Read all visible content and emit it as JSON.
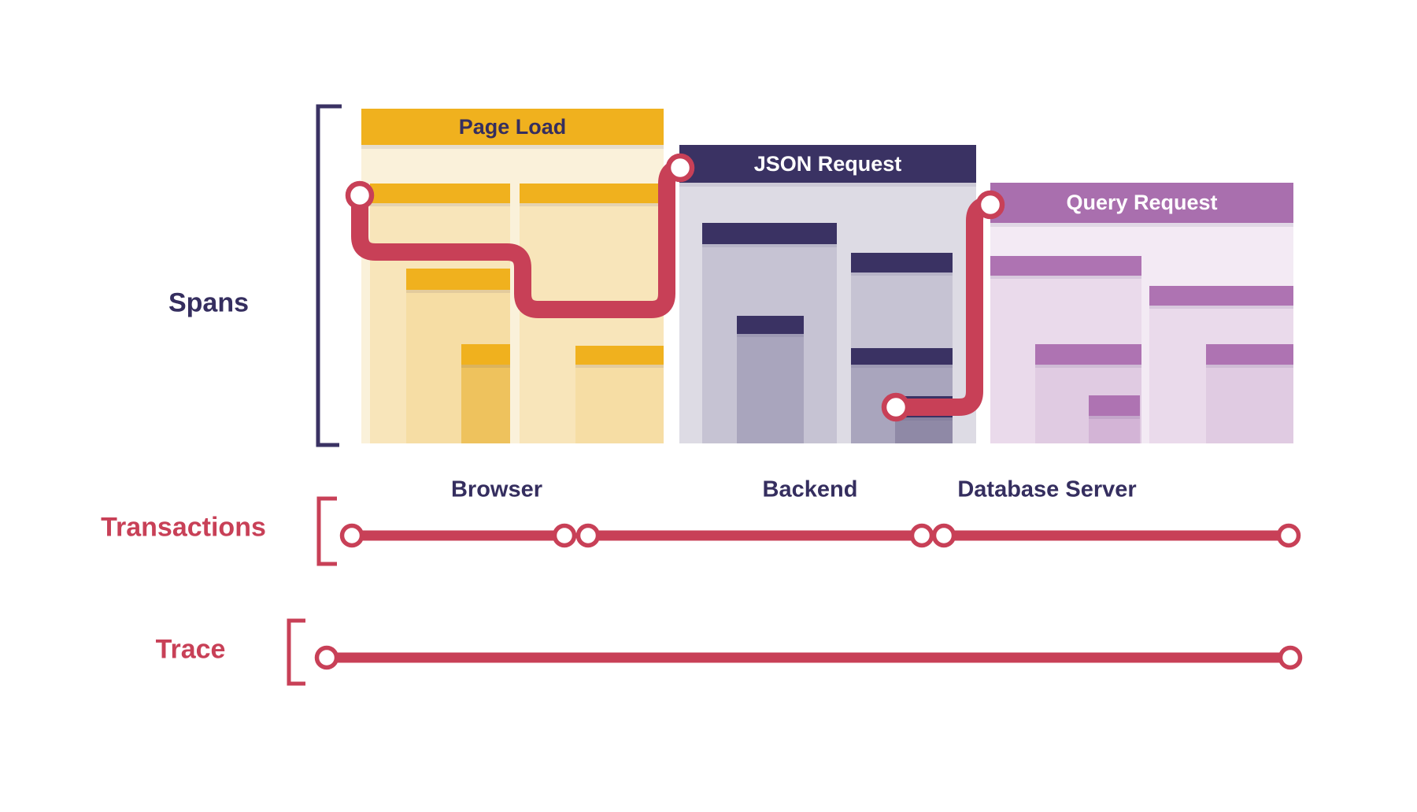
{
  "diagram": {
    "row_labels": {
      "spans": "Spans",
      "transactions": "Transactions",
      "trace": "Trace"
    },
    "panels": [
      {
        "id": "page-load",
        "title": "Page Load",
        "tier_label": "Browser"
      },
      {
        "id": "json-request",
        "title": "JSON Request",
        "tier_label": "Backend"
      },
      {
        "id": "query-request",
        "title": "Query Request",
        "tier_label": "Database Server"
      }
    ],
    "colors": {
      "red": "#C84057",
      "navy": "#3A3263",
      "text_navy": "#352E5F",
      "gold": "#F0B11E",
      "gold_panel": "#FAF1DA",
      "gold_l2": "#F8E5BA",
      "gold_l3": "#F6DDA4",
      "gold_l4": "#EEC25D",
      "navy_panel": "#DDDBE4",
      "navy_l2": "#C6C3D3",
      "navy_l3": "#A9A5BD",
      "navy_l4": "#8F89A6",
      "purple": "#A96FAE",
      "purple_band": "#AE73B2",
      "purple_panel": "#F3EAF4",
      "purple_l2": "#EADAEB",
      "purple_l3": "#E0CBE2",
      "purple_l4": "#D3B4D6"
    }
  }
}
